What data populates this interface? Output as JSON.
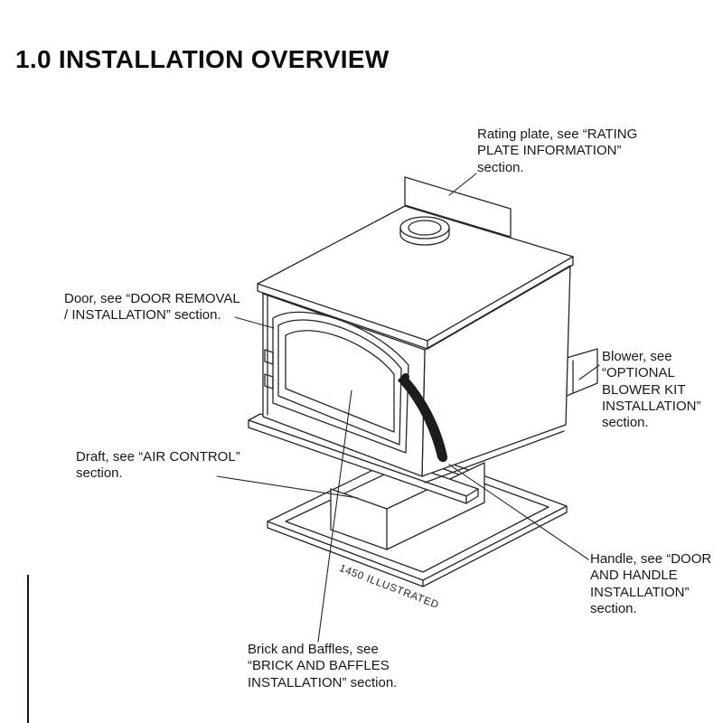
{
  "title": "1.0 INSTALLATION OVERVIEW",
  "illustration": {
    "model_note": "1450 ILLUSTRATED"
  },
  "callouts": {
    "rating_plate": "Rating plate, see “RATING\nPLATE INFORMATION”\nsection.",
    "door": "Door, see “DOOR REMOVAL\n/ INSTALLATION” section.",
    "blower": "Blower, see\n“OPTIONAL\nBLOWER KIT\nINSTALLATION”\nsection.",
    "draft": "Draft, see “AIR CONTROL”\nsection.",
    "handle": "Handle, see “DOOR\nAND HANDLE\nINSTALLATION”\nsection.",
    "brick_baffles": "Brick and Baffles, see\n“BRICK AND BAFFLES\nINSTALLATION” section."
  },
  "colors": {
    "ink": "#181818",
    "line": "#262626",
    "background": "#ffffff"
  }
}
